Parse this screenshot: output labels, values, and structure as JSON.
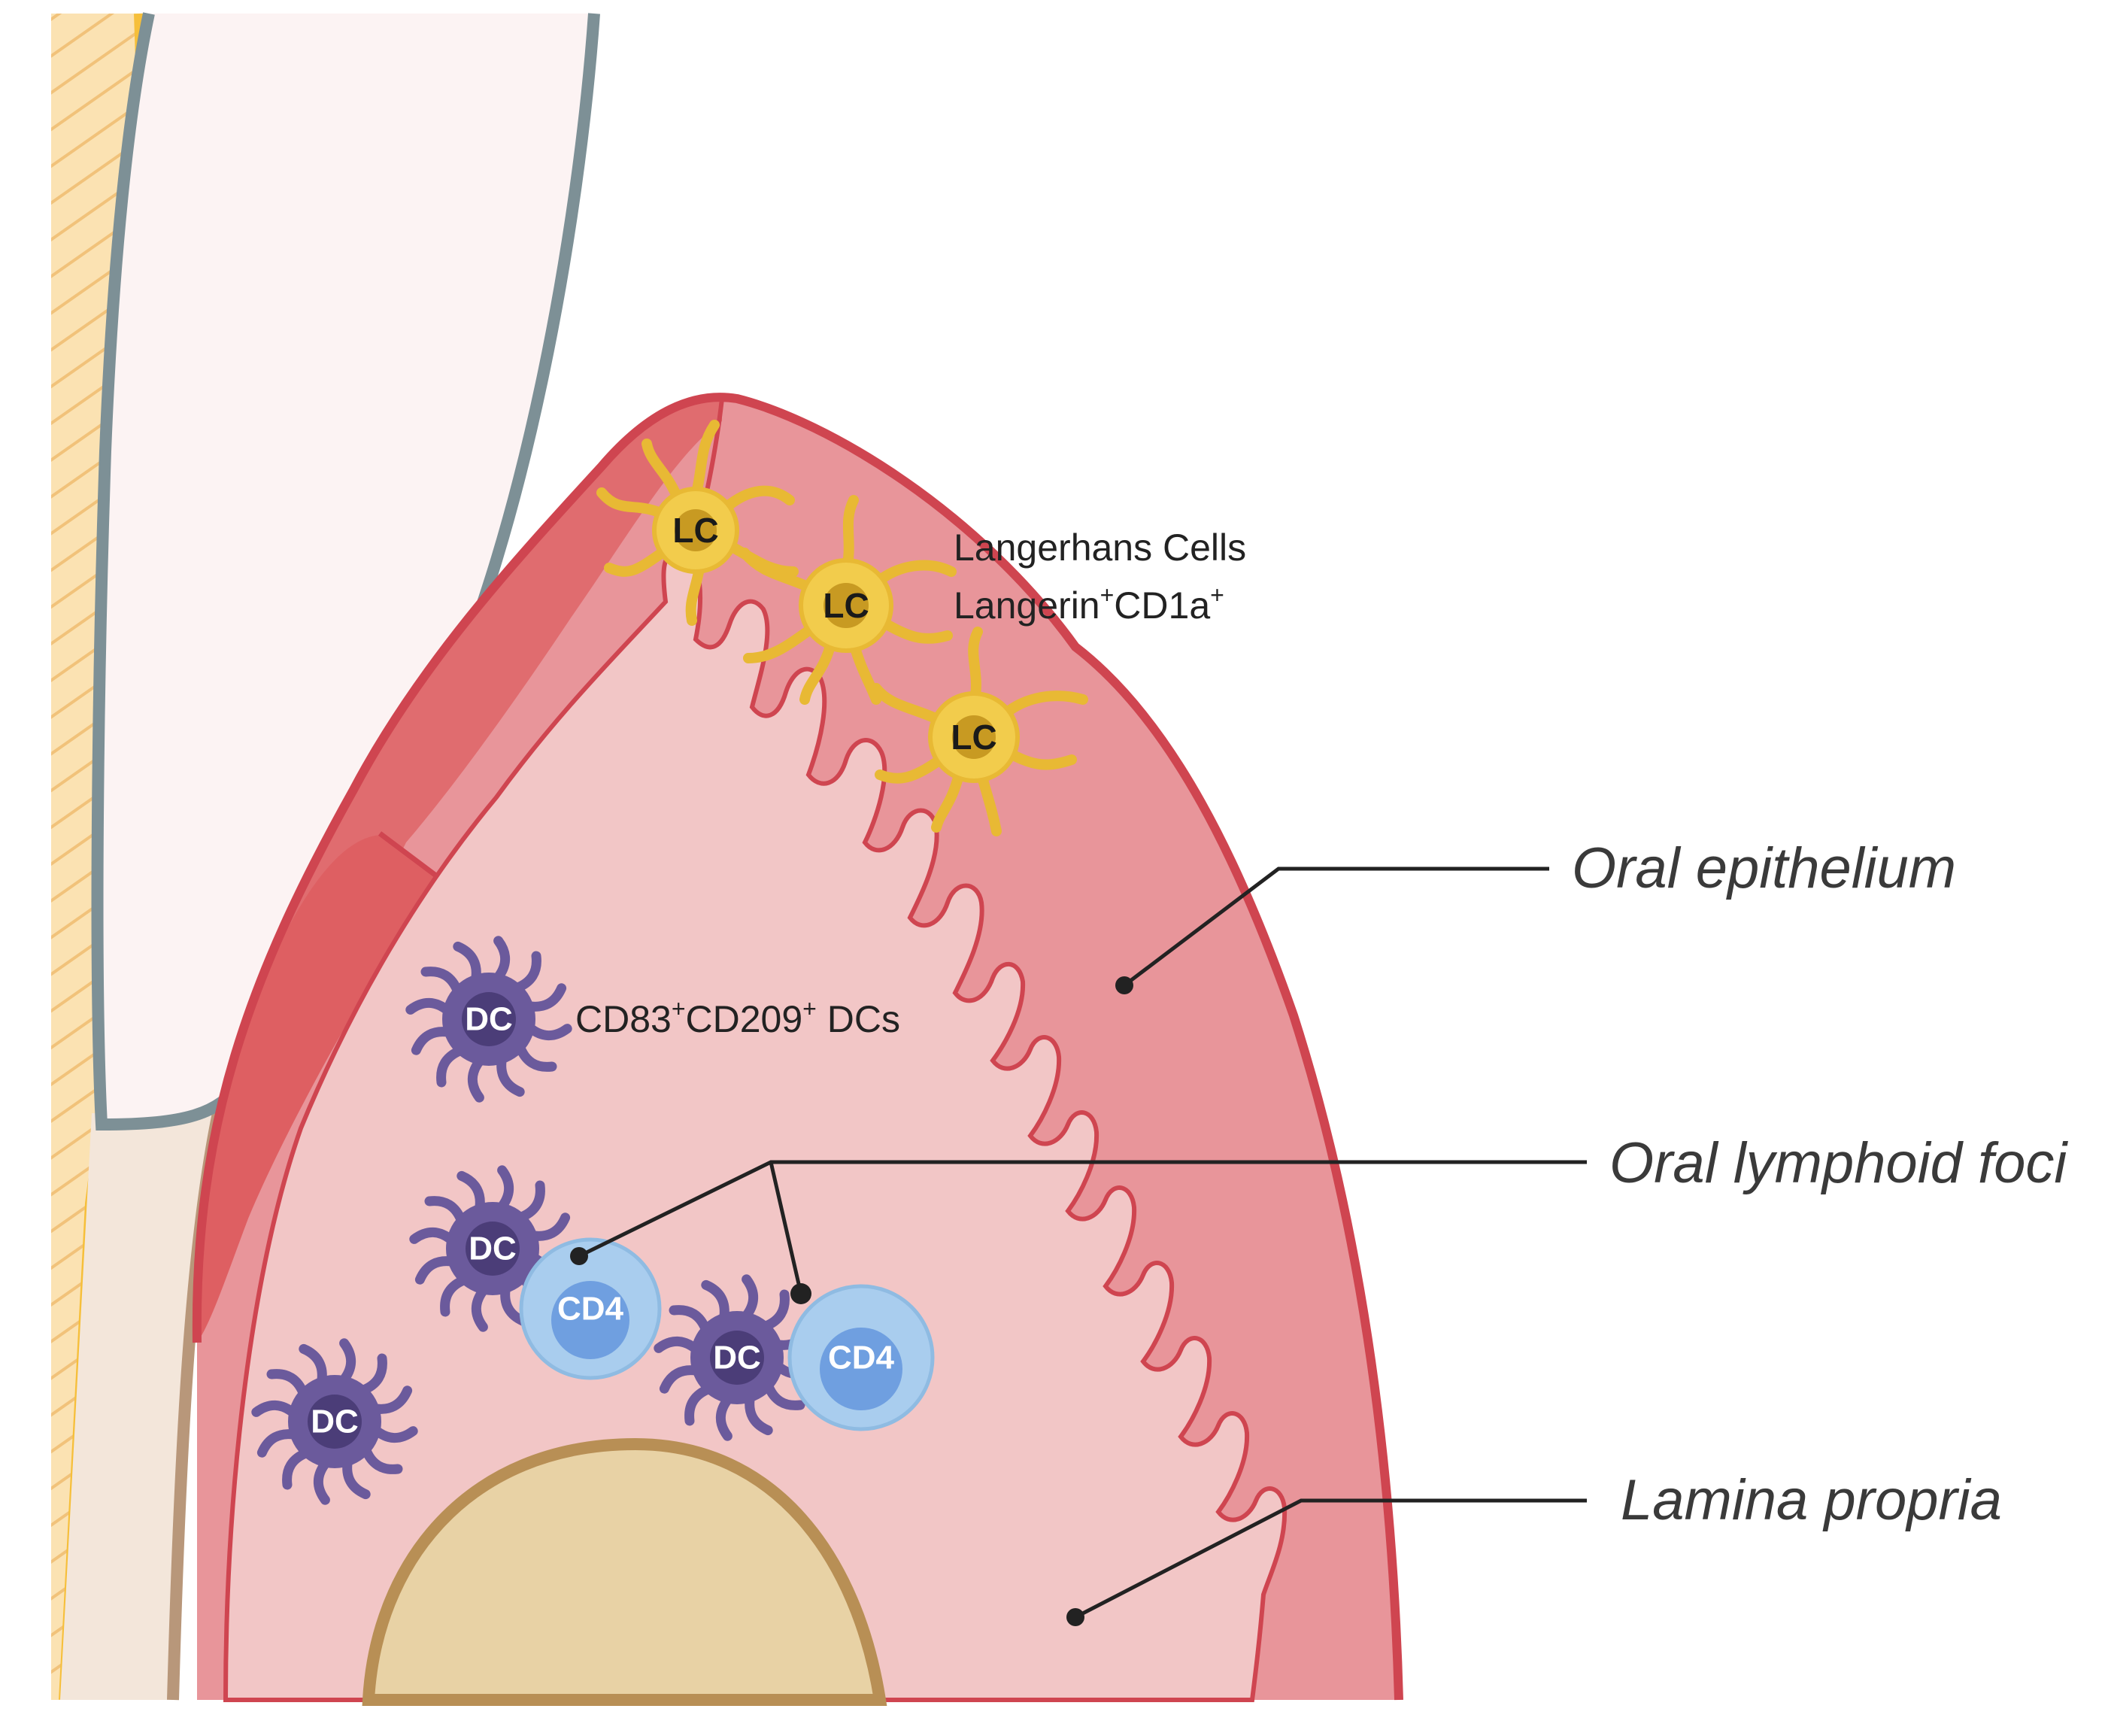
{
  "labels": {
    "oral_epithelium": "Oral epithelium",
    "oral_lymphoid_foci": "Oral lymphoid foci",
    "lamina_propria": "Lamina propria",
    "langerhans_line1": "Langerhans Cells",
    "langerhans_line2_a": "Langerin",
    "langerhans_line2_b": "CD1a",
    "dc_label_a": "CD83",
    "dc_label_b": "CD209",
    "dc_label_c": " DCs",
    "superscript": "+"
  },
  "cells": {
    "lc_text": "LC",
    "dc_text": "DC",
    "cd4_text": "CD4"
  },
  "colors": {
    "epithelium": "#e8959a",
    "epithelium_dark": "#e06c6f",
    "border_red": "#cf4550",
    "lamina": "#f2c6c6",
    "tooth": "#fcf3f3",
    "enamel_gray": "#7d9096",
    "yellow": "#f6bf3a",
    "bone": "#e8d2a5",
    "bone_border": "#b88f55",
    "root": "#f3e6da",
    "dc_purple": "#6b5a9c",
    "cd4_blue": "#a9cdee",
    "lc_yellow": "#f2cc4c"
  }
}
